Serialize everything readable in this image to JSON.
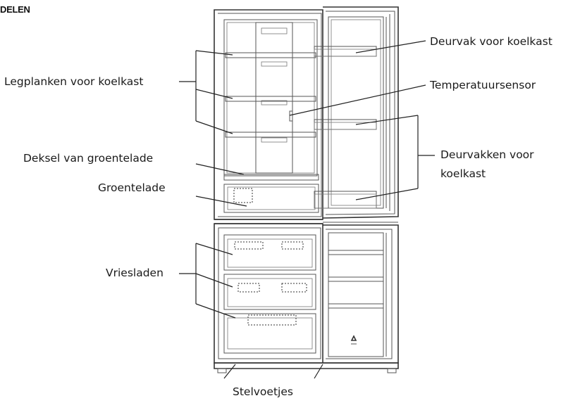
{
  "heading": "DELEN",
  "labels": {
    "legplanken": "Legplanken voor koelkast",
    "deksel": "Deksel  van  groentelade",
    "groentelade": "Groentelade",
    "vriesladen": "Vriesladen",
    "deurvak": "Deurvak voor koelkast",
    "temperatuursensor": "Temperatuursensor",
    "deurvakken_1": "Deurvakken voor",
    "deurvakken_2": "koelkast",
    "stelvoetjes": "Stelvoetjes"
  }
}
